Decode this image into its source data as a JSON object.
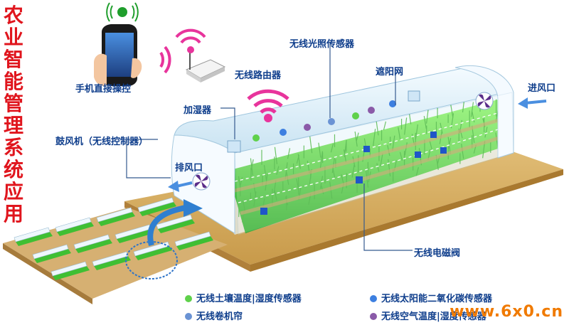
{
  "title": "农业智能管理系统应用",
  "labels": {
    "phone": "手机直接操控",
    "router": "无线路由器",
    "light_sensor": "无线光照传感器",
    "shade_net": "遮阳网",
    "air_inlet": "进风口",
    "humidifier": "加湿器",
    "blower": "鼓风机（无线控制器）",
    "exhaust": "排风口",
    "valve": "无线电磁阀"
  },
  "legend": [
    {
      "label": "无线土壤温度|湿度传感器",
      "color": "#5fd14b"
    },
    {
      "label": "无线太阳能二氧化碳传感器",
      "color": "#3d7fe0"
    },
    {
      "label": "无线卷机帘",
      "color": "#6a93d4"
    },
    {
      "label": "无线空气温度|湿度传感器",
      "color": "#8a5aa8"
    }
  ],
  "watermark": "www.6x0.cn",
  "colors": {
    "title": "#e0151d",
    "label": "#0f3e8c",
    "wifi": "#e8349c",
    "ground": "#d9b36a",
    "grass": "#35c12c"
  }
}
